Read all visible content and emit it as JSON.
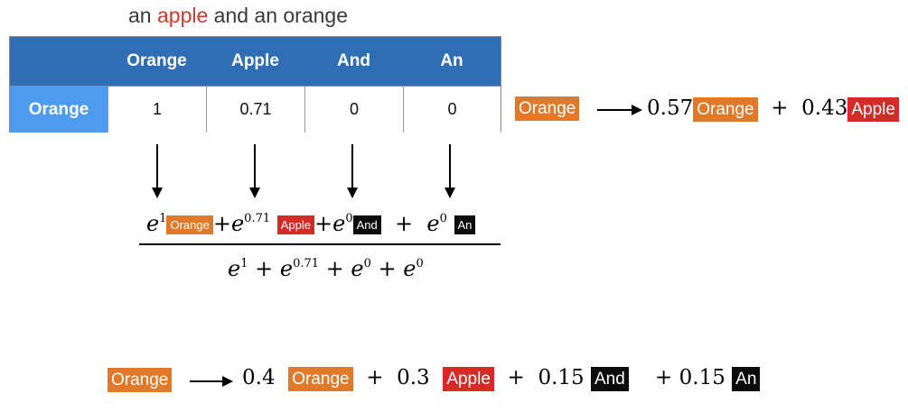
{
  "title": {
    "before": "an ",
    "highlight": "apple",
    "after": " and an orange"
  },
  "table": {
    "headers": [
      "Orange",
      "Apple",
      "And",
      "An"
    ],
    "row_label": "Orange",
    "values": [
      "1",
      "0.71",
      "0",
      "0"
    ]
  },
  "numerator": {
    "e": "e",
    "exp1": "1",
    "tag1": "Orange",
    "plus1": "+",
    "exp2": "0.71",
    "tag2": "Apple",
    "plus2": "+",
    "exp3": "0",
    "tag3": "And",
    "plus3": "+",
    "exp4": "0",
    "tag4": "An"
  },
  "denominator": {
    "text_parts": [
      "e",
      "1",
      " + ",
      "e",
      "0.71",
      " + ",
      "e",
      "0",
      " + ",
      "e",
      "0"
    ]
  },
  "result_right": {
    "src": "Orange",
    "coef1": "0.57",
    "tag1": "Orange",
    "plus": "+",
    "coef2": "0.43",
    "tag2": "Apple"
  },
  "result_bottom": {
    "src": "Orange",
    "coef1": "0.4",
    "tag1": "Orange",
    "plus1": "+",
    "coef2": "0.3",
    "tag2": "Apple",
    "plus2": "+",
    "coef3": "0.15",
    "tag3": "And",
    "plus3": "+",
    "coef4": "0.15",
    "tag4": "An"
  },
  "colors": {
    "orange": "#e07a2a",
    "apple": "#d42b26",
    "black": "#0b0b0b",
    "header_blue": "#2f6db5",
    "rowhead_blue": "#4c9bef"
  }
}
